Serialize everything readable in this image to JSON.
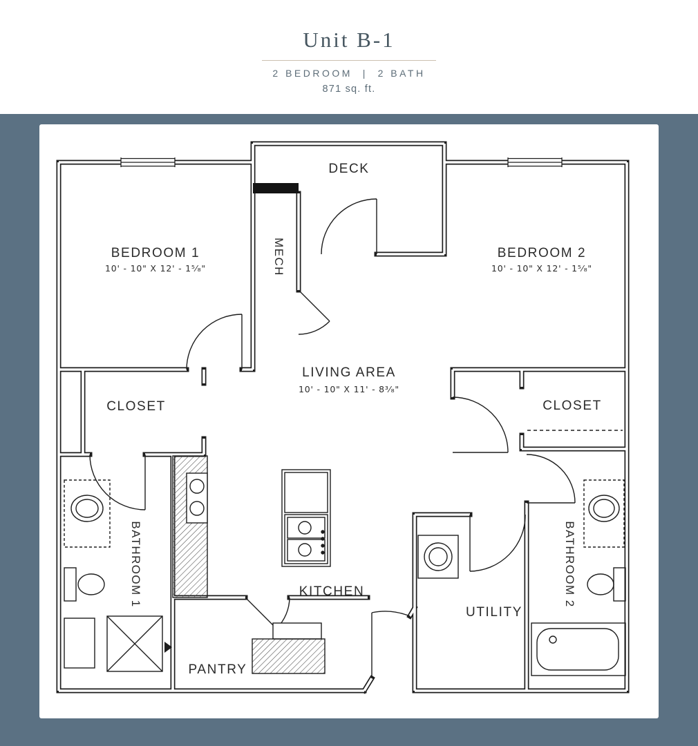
{
  "header": {
    "title": "Unit B-1",
    "subtitle": "2 BEDROOM  |  2 BATH",
    "area": "871 sq. ft."
  },
  "floorplan": {
    "deck": {
      "label": "DECK"
    },
    "bedroom1": {
      "label": "BEDROOM 1",
      "dims": "10' - 10\" X 12' - 1⁵⁄₈\""
    },
    "bedroom2": {
      "label": "BEDROOM 2",
      "dims": "10' - 10\" X 12' - 1⁵⁄₈\""
    },
    "mech": {
      "label": "MECH"
    },
    "living": {
      "label": "LIVING AREA",
      "dims": "10' - 10\" X 11' - 8³⁄₈\""
    },
    "closet1": {
      "label": "CLOSET"
    },
    "closet2": {
      "label": "CLOSET"
    },
    "bathroom1": {
      "label": "BATHROOM 1"
    },
    "bathroom2": {
      "label": "BATHROOM 2"
    },
    "kitchen": {
      "label": "KITCHEN"
    },
    "utility": {
      "label": "UTILITY"
    },
    "pantry": {
      "label": "PANTRY"
    }
  },
  "colors": {
    "backdrop": "#5b7183",
    "panel": "#ffffff",
    "line": "#1d1d1d",
    "title": "#465660",
    "subtitle": "#5d6d78",
    "divider": "#cbc0b0"
  }
}
